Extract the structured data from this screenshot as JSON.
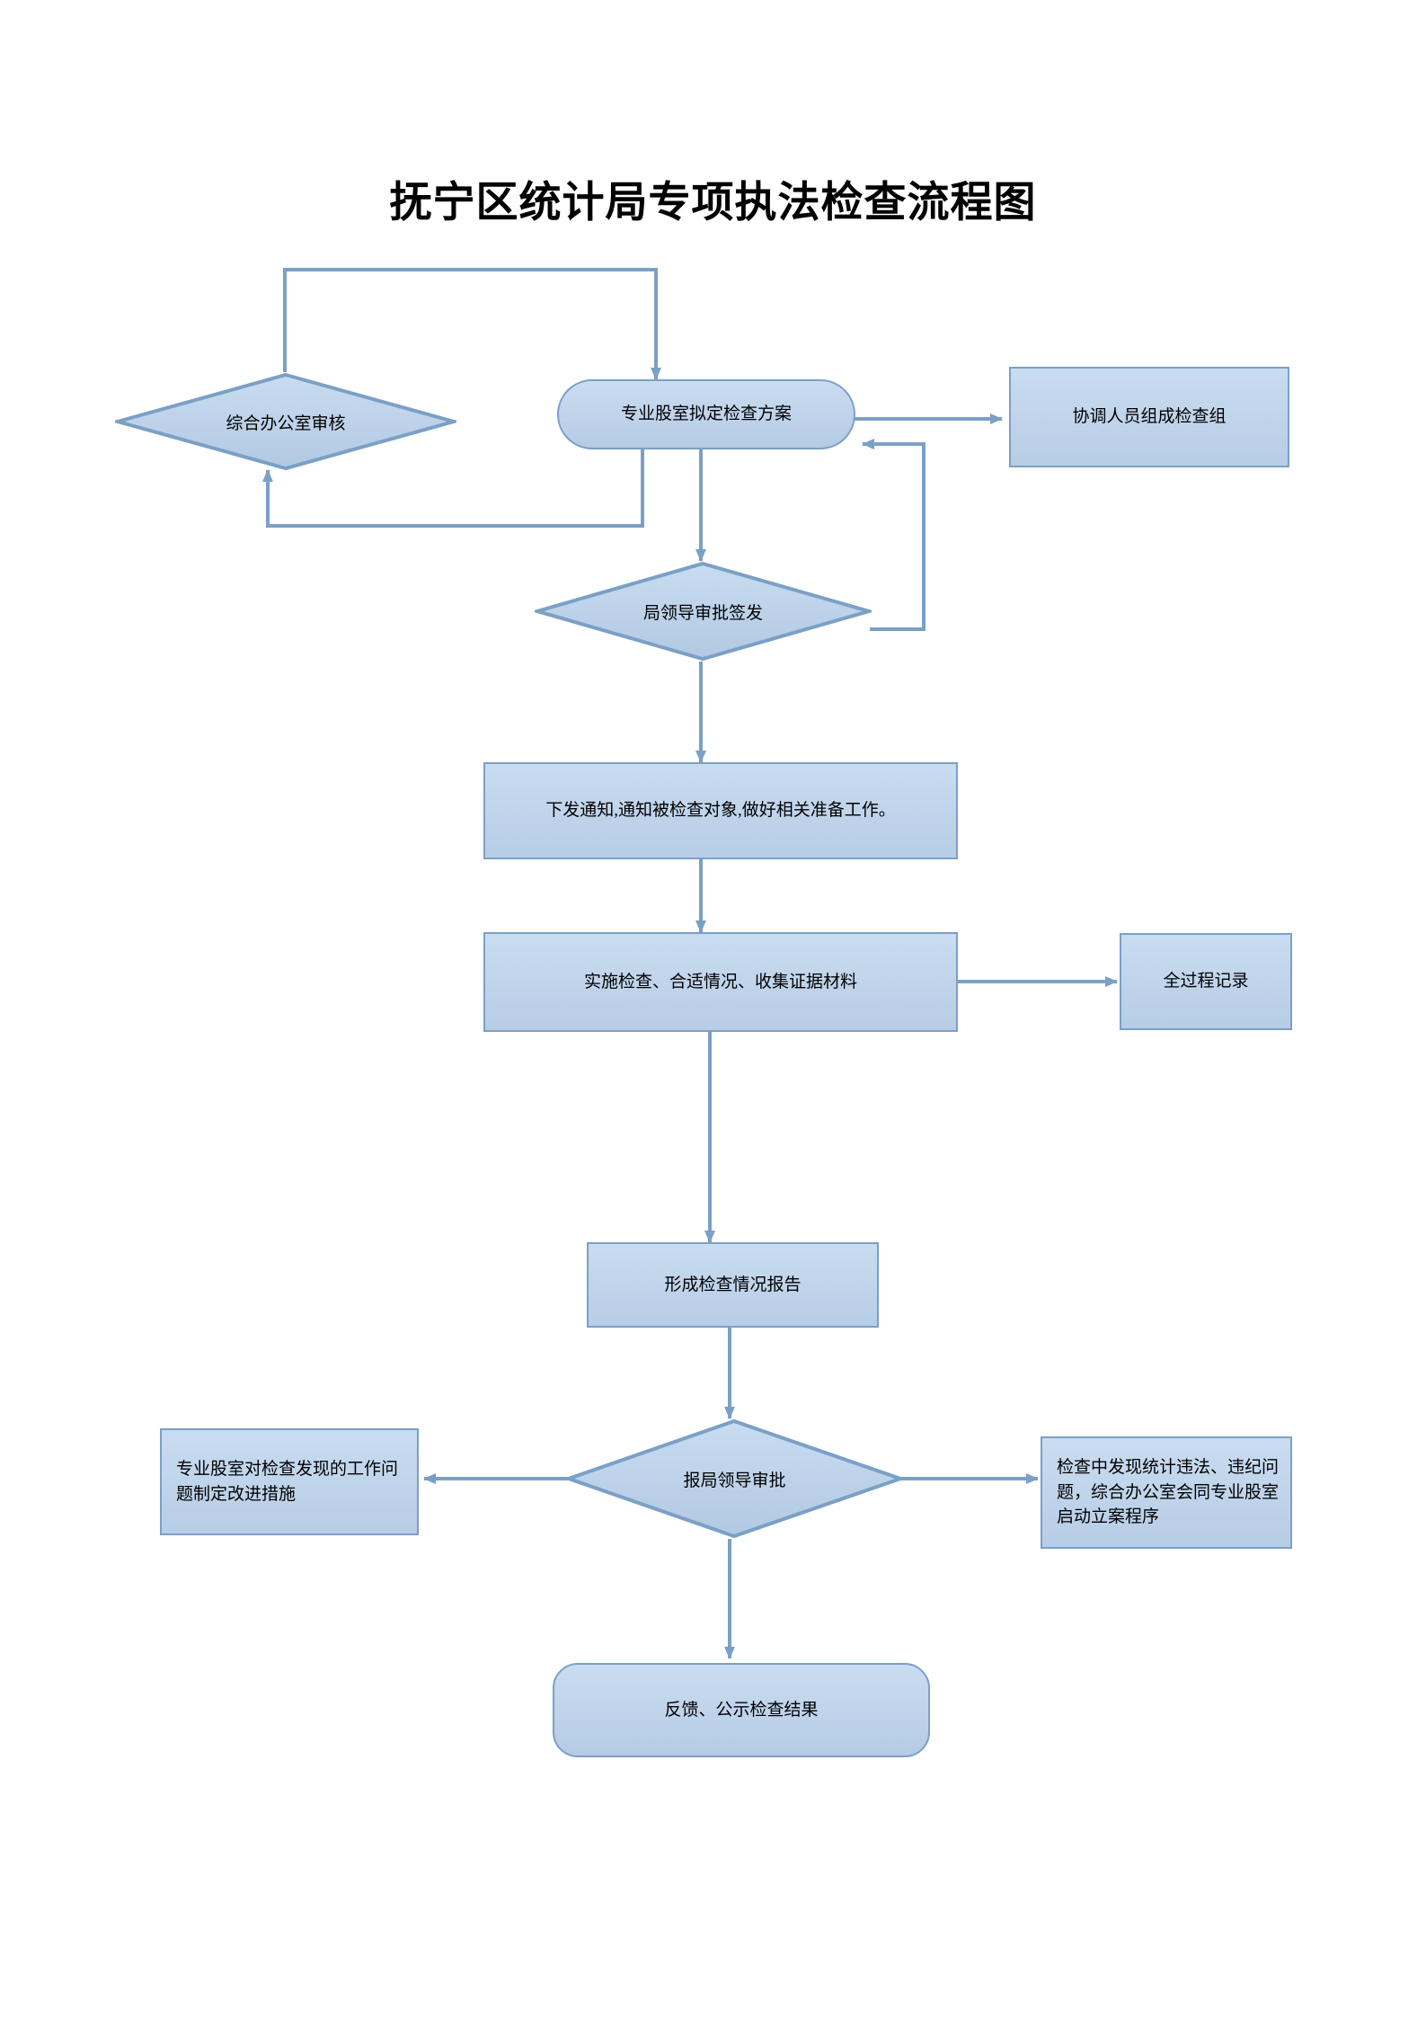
{
  "document": {
    "title": "抚宁区统计局专项执法检查流程图"
  },
  "colors": {
    "node_fill_top": "#c9dcf0",
    "node_fill_bottom": "#b7cde6",
    "node_border": "#7ba0c6",
    "connector": "#7ba0c6",
    "text": "#000000",
    "page_background": "#ffffff"
  },
  "nodes": {
    "office_review": {
      "label": "综合办公室审核",
      "shape": "diamond"
    },
    "draft_plan": {
      "label": "专业股室拟定检查方案",
      "shape": "rounded-rectangle"
    },
    "form_team": {
      "label": "协调人员组成检查组",
      "shape": "rectangle"
    },
    "leader_approval_sign": {
      "label": "局领导审批签发",
      "shape": "diamond"
    },
    "issue_notice": {
      "label": "下发通知,通知被检查对象,做好相关准备工作。",
      "shape": "rectangle"
    },
    "conduct_inspection": {
      "label": "实施检查、合适情况、收集证据材料",
      "shape": "rectangle"
    },
    "full_process_record": {
      "label": "全过程记录",
      "shape": "rectangle"
    },
    "form_report": {
      "label": "形成检查情况报告",
      "shape": "rectangle"
    },
    "report_to_leader": {
      "label": "报局领导审批",
      "shape": "diamond"
    },
    "improvement_measures": {
      "label": "专业股室对检查发现的工作问题制定改进措施",
      "shape": "rectangle"
    },
    "start_case_procedure": {
      "label": "检查中发现统计违法、违纪问题，综合办公室会同专业股室启动立案程序",
      "shape": "rectangle"
    },
    "feedback_publicize": {
      "label": "反馈、公示检查结果",
      "shape": "rounded-rectangle"
    }
  },
  "edges": [
    {
      "from": "office_review",
      "to": "draft_plan",
      "style": "elbow-up-right-arrow-down"
    },
    {
      "from": "draft_plan",
      "to": "office_review",
      "style": "elbow-down-left-arrow-up"
    },
    {
      "from": "draft_plan",
      "to": "form_team",
      "style": "straight-right"
    },
    {
      "from": "draft_plan",
      "to": "leader_approval_sign",
      "style": "straight-down"
    },
    {
      "from": "leader_approval_sign",
      "to": "draft_plan",
      "style": "elbow-right-up-arrow-left"
    },
    {
      "from": "leader_approval_sign",
      "to": "issue_notice",
      "style": "straight-down"
    },
    {
      "from": "issue_notice",
      "to": "conduct_inspection",
      "style": "straight-down"
    },
    {
      "from": "conduct_inspection",
      "to": "full_process_record",
      "style": "straight-right"
    },
    {
      "from": "conduct_inspection",
      "to": "form_report",
      "style": "straight-down"
    },
    {
      "from": "form_report",
      "to": "report_to_leader",
      "style": "straight-down"
    },
    {
      "from": "report_to_leader",
      "to": "improvement_measures",
      "style": "straight-left"
    },
    {
      "from": "report_to_leader",
      "to": "start_case_procedure",
      "style": "straight-right"
    },
    {
      "from": "report_to_leader",
      "to": "feedback_publicize",
      "style": "straight-down"
    }
  ]
}
